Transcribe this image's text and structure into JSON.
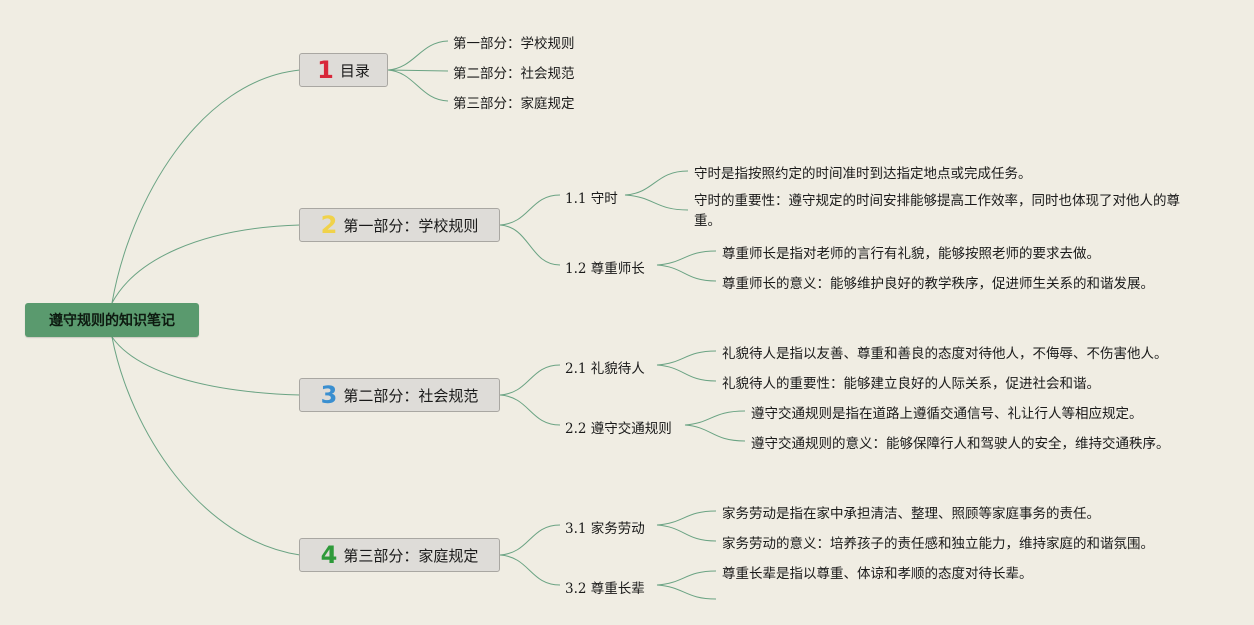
{
  "root": {
    "label": "遵守规则的知识笔记"
  },
  "branches": [
    {
      "number": "1",
      "number_color": "#d8283a",
      "label": "目录",
      "leaves": [
        "第一部分：学校规则",
        "第二部分：社会规范",
        "第三部分：家庭规定"
      ]
    },
    {
      "number": "2",
      "number_color": "#f0d24a",
      "label": "第一部分：学校规则",
      "subs": [
        {
          "label": "1.1 守时",
          "leaves": [
            "守时是指按照约定的时间准时到达指定地点或完成任务。",
            "守时的重要性：遵守规定的时间安排能够提高工作效率，同时也体现了对他人的尊重。"
          ]
        },
        {
          "label": "1.2 尊重师长",
          "leaves": [
            "尊重师长是指对老师的言行有礼貌，能够按照老师的要求去做。",
            "尊重师长的意义：能够维护良好的教学秩序，促进师生关系的和谐发展。"
          ]
        }
      ]
    },
    {
      "number": "3",
      "number_color": "#3a8fd0",
      "label": "第二部分：社会规范",
      "subs": [
        {
          "label": "2.1 礼貌待人",
          "leaves": [
            "礼貌待人是指以友善、尊重和善良的态度对待他人，不侮辱、不伤害他人。",
            "礼貌待人的重要性：能够建立良好的人际关系，促进社会和谐。"
          ]
        },
        {
          "label": "2.2 遵守交通规则",
          "leaves": [
            "遵守交通规则是指在道路上遵循交通信号、礼让行人等相应规定。",
            "遵守交通规则的意义：能够保障行人和驾驶人的安全，维持交通秩序。"
          ]
        }
      ]
    },
    {
      "number": "4",
      "number_color": "#2e9a3a",
      "label": "第三部分：家庭规定",
      "subs": [
        {
          "label": "3.1 家务劳动",
          "leaves": [
            "家务劳动是指在家中承担清洁、整理、照顾等家庭事务的责任。",
            "家务劳动的意义：培养孩子的责任感和独立能力，维持家庭的和谐氛围。"
          ]
        },
        {
          "label": "3.2 尊重长辈",
          "leaves": [
            "尊重长辈是指以尊重、体谅和孝顺的态度对待长辈。",
            ""
          ]
        }
      ]
    }
  ],
  "colors": {
    "background": "#f0ede3",
    "root_fill": "#5a9a6e",
    "branch_fill": "#dedcd8",
    "connector": "#6aa383"
  }
}
